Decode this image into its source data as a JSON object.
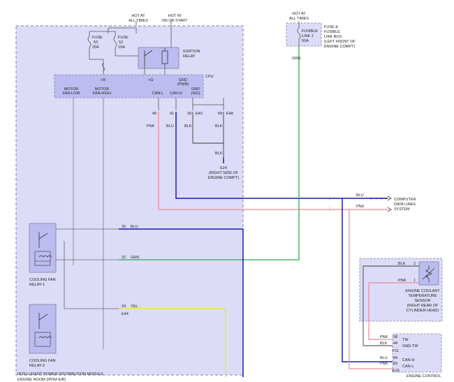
{
  "colors": {
    "module_fill": "#dcdcf8",
    "module_border": "#7f7fa0",
    "cpu_fill": "#bcbcf0",
    "fuse_box_fill": "#dcdcf8",
    "ect_box_fill": "#dcdcf8",
    "ecu_box_fill": "#dcdcf8",
    "wire_pnk": "#e88c96",
    "wire_blu": "#1a1aa8",
    "wire_grn": "#2ea84a",
    "wire_yel": "#e8e832",
    "wire_blk": "#3a3a3a",
    "wire_grey": "#8c8c8c",
    "ground_dash": "#1a1aa8"
  },
  "top": {
    "hot_all_times_1": "HOT AT",
    "hot_all_times_2": "ALL TIMES",
    "hot_in_on_1": "HOT IN",
    "hot_in_on_2": "ON OR START"
  },
  "fuses": {
    "fuse53_1": "FUSE",
    "fuse53_2": "53",
    "fuse53_3": "20A",
    "fuse52_1": "FUSE",
    "fuse52_2": "52",
    "fuse52_3": "15A"
  },
  "ignition_relay": {
    "line1": "IGNITION",
    "line2": "RELAY"
  },
  "cpu": {
    "label": "CPU",
    "plus_b": "+B",
    "plus_g": "+G",
    "gnd_pwr_1": "GND",
    "gnd_pwr_2": "(PWR)",
    "motor_low_1": "MOTOR",
    "motor_low_2": "FAN-LOW",
    "motor_high_1": "MOTOR",
    "motor_high_2": "FAN-HIGH",
    "can_l": "CAN-L",
    "can_h": "CAN-H",
    "gnd_sig_1": "GND",
    "gnd_sig_2": "(SIG)"
  },
  "pins_top": {
    "p40": "40",
    "p41": "41",
    "p39": "39",
    "e40": "E40",
    "p59": "59",
    "e48": "E48"
  },
  "wire_labels_top": {
    "pnk": "PNK",
    "blu": "BLU",
    "blk1": "BLK",
    "blk2": "BLK",
    "blk3": "BLK"
  },
  "ground": {
    "id": "E24",
    "line1": "(RIGHT SIDE OF",
    "line2": "ENGINE COMPT)"
  },
  "fuse_box": {
    "hot1": "HOT AT",
    "hot2": "ALL TIMES",
    "fusible_1": "FUSIBLE",
    "fusible_2": "LINK J",
    "fusible_3": "50A",
    "label1": "FUSE &",
    "label2": "FUSIBLE",
    "label3": "LINK BOX",
    "label4": "(LEFT FRONT OF",
    "label5": "ENGINE COMPT)",
    "wire": "GRN"
  },
  "data_lines": {
    "blu": "BLU",
    "pnk": "PNK",
    "line1": "COMPUTER",
    "line2": "DATA LINES",
    "line3": "SYSTEM"
  },
  "relay_pins": {
    "p20": "20",
    "blu": "BLU",
    "p22": "22",
    "grn": "GRN",
    "p24": "24",
    "yel": "YEL",
    "e44": "E44"
  },
  "relays": {
    "relay1_1": "COOLING FAN",
    "relay1_2": "RELAY-1",
    "relay3_1": "COOLING FAN",
    "relay3_2": "RELAY-3"
  },
  "ipdm": {
    "line1": "INTELLIGENT POWER DISTRIBUTION MODULE",
    "line2": "ENGINE ROOM (IPDM E/R)"
  },
  "ect": {
    "blk": "BLK",
    "p2": "2",
    "pnk": "PNK",
    "p1": "1",
    "line1": "ENGINE COOLANT",
    "line2": "TEMPERATURE",
    "line3": "SENSOR",
    "line4": "(RIGHT REAR OF",
    "line5": "CYLINDER HEAD)"
  },
  "ecu": {
    "pnk": "PNK",
    "p38": "38",
    "tw": "TW",
    "blk": "BLK",
    "p44": "44",
    "gnd_tw": "GND-TW",
    "f11": "F11",
    "blu": "BLU",
    "p84": "84",
    "can_h": "CAN-H",
    "pnk2": "PNK",
    "p83": "83",
    "can_l": "CAN-L",
    "e16": "E16",
    "label": "ENGINE CONTROL"
  }
}
